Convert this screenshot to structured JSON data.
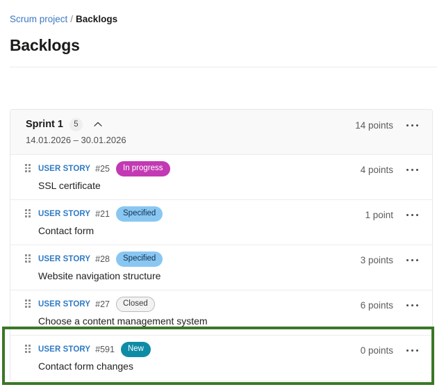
{
  "breadcrumb": {
    "parent": "Scrum project",
    "separator": "/",
    "current": "Backlogs"
  },
  "page_title": "Backlogs",
  "colors": {
    "link_blue": "#2f7ac4",
    "badge_in_progress": "#c239b3",
    "badge_specified": "#89c7f2",
    "badge_closed": "#f2f2f2",
    "badge_new": "#0e8ca6",
    "highlight_green": "#3b7728"
  },
  "sprint": {
    "name": "Sprint 1",
    "count": "5",
    "collapse_icon": "chevron-up-icon",
    "dates": "14.01.2026 – 30.01.2026",
    "points": "14 points",
    "menu_icon": "more-actions-icon"
  },
  "stories": [
    {
      "drag_icon": "drag-handle-icon",
      "work_type": "USER STORY",
      "id": "#25",
      "state": "In progress",
      "state_class": "state-inprogress",
      "points": "4 points",
      "title": "SSL certificate",
      "menu_icon": "more-actions-icon"
    },
    {
      "drag_icon": "drag-handle-icon",
      "work_type": "USER STORY",
      "id": "#21",
      "state": "Specified",
      "state_class": "state-specified",
      "points": "1 point",
      "title": "Contact form",
      "menu_icon": "more-actions-icon"
    },
    {
      "drag_icon": "drag-handle-icon",
      "work_type": "USER STORY",
      "id": "#28",
      "state": "Specified",
      "state_class": "state-specified",
      "points": "3 points",
      "title": "Website navigation structure",
      "menu_icon": "more-actions-icon"
    },
    {
      "drag_icon": "drag-handle-icon",
      "work_type": "USER STORY",
      "id": "#27",
      "state": "Closed",
      "state_class": "state-closed",
      "points": "6 points",
      "title": "Choose a content management system",
      "menu_icon": "more-actions-icon"
    },
    {
      "drag_icon": "drag-handle-icon",
      "work_type": "USER STORY",
      "id": "#591",
      "state": "New",
      "state_class": "state-new",
      "points": "0 points",
      "title": "Contact form changes",
      "menu_icon": "more-actions-icon",
      "highlighted": true
    }
  ]
}
